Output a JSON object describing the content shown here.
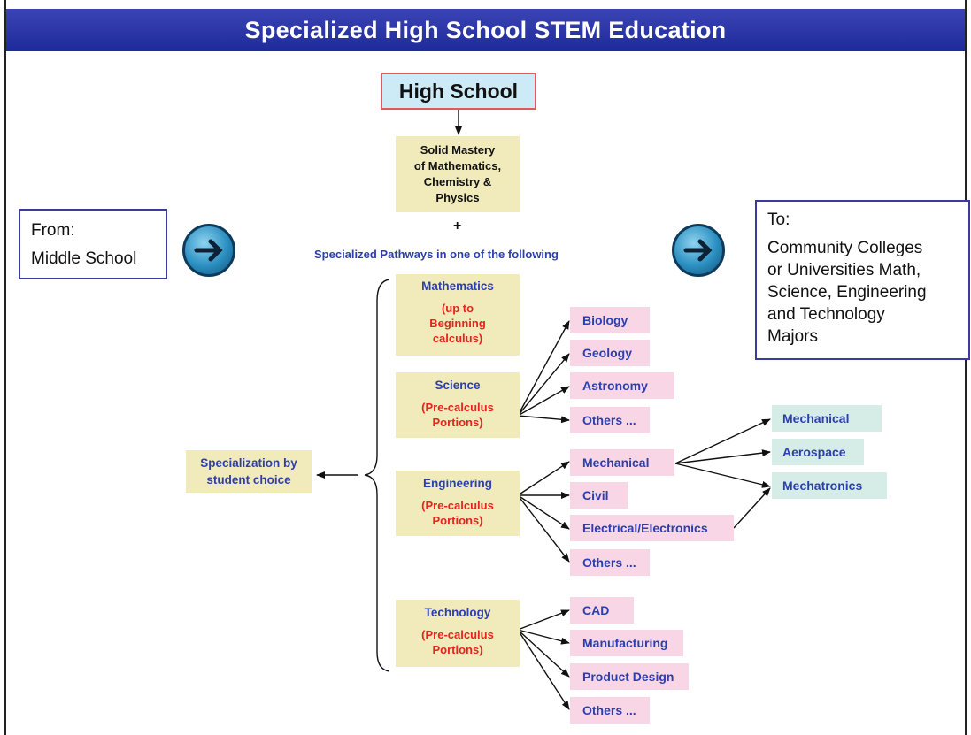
{
  "title": "Specialized High School STEM Education",
  "high_school": "High School",
  "mastery": [
    "Solid Mastery",
    "of Mathematics,",
    "Chemistry &",
    "Physics"
  ],
  "plus": "+",
  "pathways": "Specialized Pathways in one of the following",
  "from": {
    "label": "From:",
    "value": "Middle School"
  },
  "to": {
    "label": "To:",
    "lines": [
      "Community Colleges",
      "or Universities Math,",
      "Science, Engineering",
      "and Technology",
      "Majors"
    ]
  },
  "specialization": [
    "Specialization by",
    "student choice"
  ],
  "areas": {
    "math": {
      "name": "Mathematics",
      "sub": [
        "(up to",
        "Beginning",
        "calculus)"
      ]
    },
    "science": {
      "name": "Science",
      "sub": [
        "(Pre-calculus",
        "Portions)"
      ]
    },
    "engineering": {
      "name": "Engineering",
      "sub": [
        "(Pre-calculus",
        "Portions)"
      ]
    },
    "technology": {
      "name": "Technology",
      "sub": [
        "(Pre-calculus",
        "Portions)"
      ]
    }
  },
  "science_items": [
    "Biology",
    "Geology",
    "Astronomy",
    "Others ..."
  ],
  "engineering_items": [
    "Mechanical",
    "Civil",
    "Electrical/Electronics",
    "Others ..."
  ],
  "technology_items": [
    "CAD",
    "Manufacturing",
    "Product Design",
    "Others ..."
  ],
  "mechanical_items": [
    "Mechanical",
    "Aerospace",
    "Mechatronics"
  ],
  "colors": {
    "title_bar": "#2430a6",
    "tan": "#f1ebbb",
    "pink": "#f8d6e5",
    "teal": "#d6ece6",
    "blue_text": "#2c3fb0",
    "red_text": "#e8231c"
  }
}
